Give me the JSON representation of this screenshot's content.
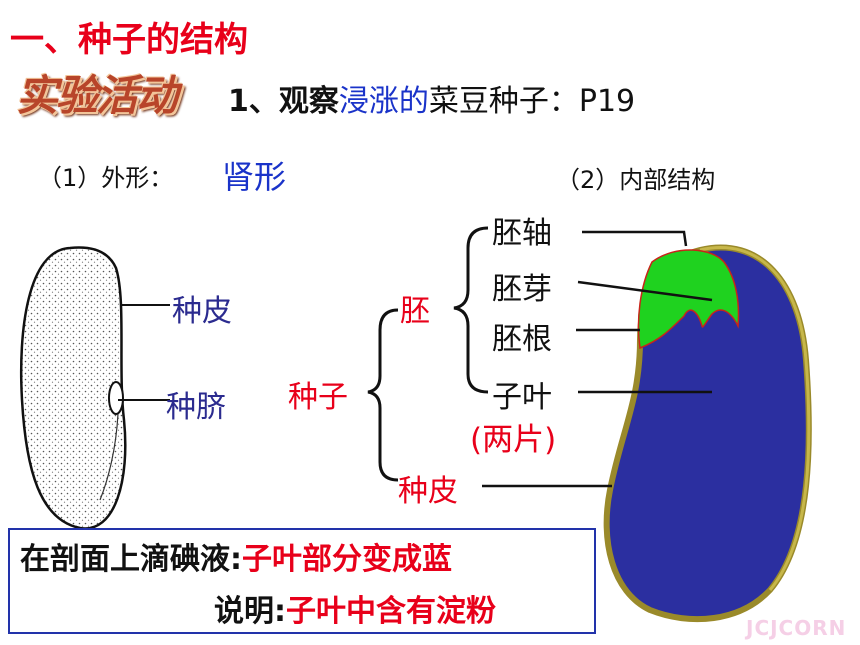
{
  "title": "一、种子的结构",
  "badge": "实验活动",
  "activity": {
    "prefix": "1、观察",
    "highlight": "浸涨的",
    "suffix": "菜豆种子：P19"
  },
  "external": {
    "label": "（1）外形：",
    "value": "肾形"
  },
  "internal": {
    "label": "（2）内部结构"
  },
  "seed_left_labels": {
    "coat": "种皮",
    "hilum": "种脐"
  },
  "tree": {
    "root": "种子",
    "embryo": "胚",
    "coat": "种皮",
    "parts": [
      "胚轴",
      "胚芽",
      "胚根",
      "子叶"
    ],
    "cotyledon_note": "(两片)"
  },
  "conclusion": {
    "line1_prefix": "在剖面上滴碘液:",
    "line1_result": "子叶部分变成蓝",
    "line2_prefix": "说明:",
    "line2_result": "子叶中含有淀粉"
  },
  "watermark": "JCJCORN",
  "colors": {
    "red": "#e8001a",
    "blue": "#1a33c9",
    "cotyledon": "#2b2fa0",
    "embryo_green": "#1fd21f"
  }
}
